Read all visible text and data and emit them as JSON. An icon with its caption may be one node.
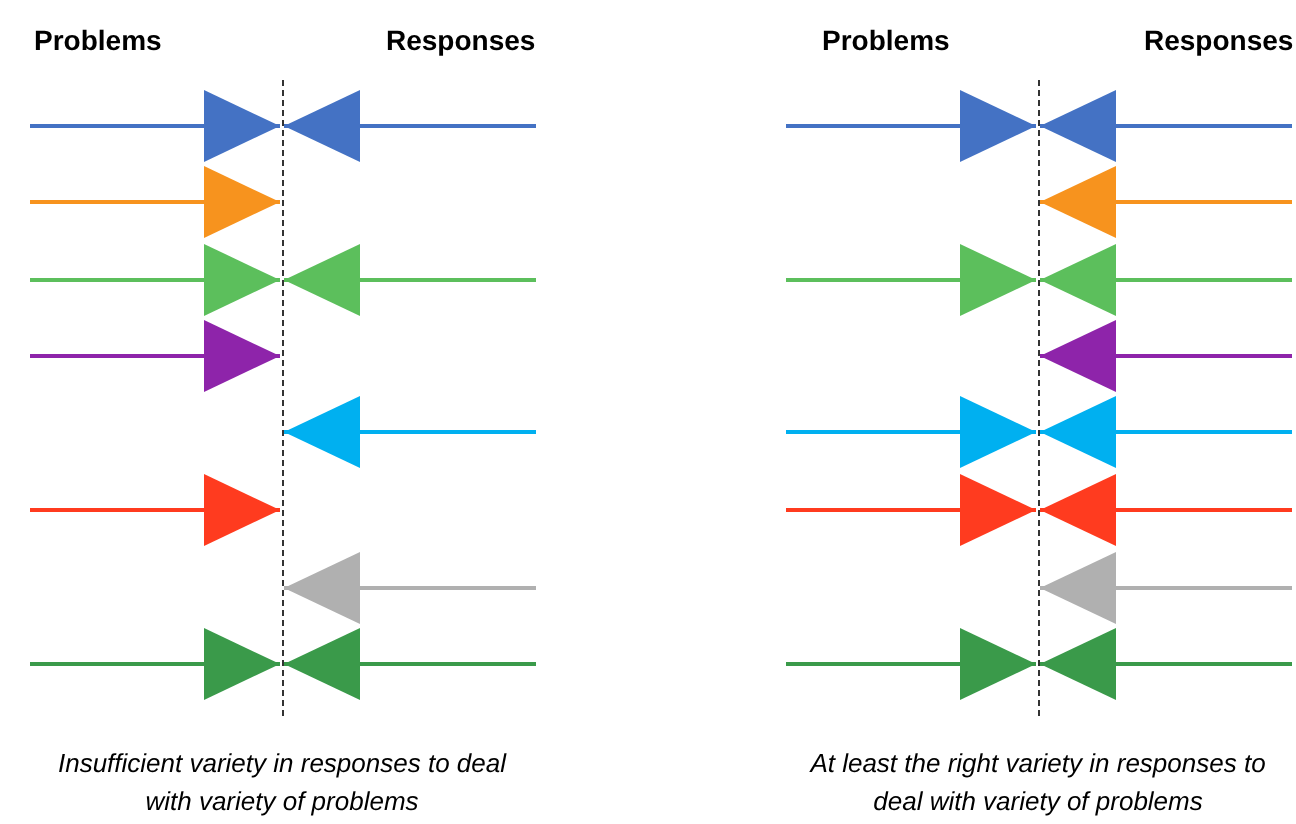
{
  "diagram": {
    "nodes": [
      {
        "text": [],
        "shape": "line"
      },
      {
        "text": [],
        "shape": "line"
      }
    ],
    "edges": [
      {
        "from": null,
        "to": 0,
        "arrow": "to",
        "color": "#4472c4"
      },
      {
        "from": null,
        "to": 0,
        "arrow": "to",
        "color": "#4472c4"
      },
      {
        "from": null,
        "to": 0,
        "arrow": "to",
        "color": "#f7931e"
      },
      {
        "from": null,
        "to": 0,
        "arrow": "to",
        "color": "#5cbf5c"
      },
      {
        "from": null,
        "to": 0,
        "arrow": "to",
        "color": "#5cbf5c"
      },
      {
        "from": null,
        "to": 0,
        "arrow": "to",
        "color": "#8e24aa"
      },
      {
        "from": null,
        "to": 0,
        "arrow": "to",
        "color": "#00b0f0"
      },
      {
        "from": null,
        "to": 0,
        "arrow": "to",
        "color": "#ff3b1f"
      },
      {
        "from": null,
        "to": 0,
        "arrow": "to",
        "color": "#b0b0b0"
      },
      {
        "from": null,
        "to": 0,
        "arrow": "to",
        "color": "#3a9a4a"
      },
      {
        "from": null,
        "to": 0,
        "arrow": "to",
        "color": "#3a9a4a"
      },
      {
        "from": null,
        "to": 1,
        "arrow": "to",
        "color": "#4472c4"
      },
      {
        "from": null,
        "to": 1,
        "arrow": "to",
        "color": "#4472c4"
      },
      {
        "from": null,
        "to": 1,
        "arrow": "to",
        "color": "#f7931e"
      },
      {
        "from": null,
        "to": 1,
        "arrow": "to",
        "color": "#5cbf5c"
      },
      {
        "from": null,
        "to": 1,
        "arrow": "to",
        "color": "#5cbf5c"
      },
      {
        "from": null,
        "to": 1,
        "arrow": "to",
        "color": "#8e24aa"
      },
      {
        "from": null,
        "to": 1,
        "arrow": "to",
        "color": "#00b0f0"
      },
      {
        "from": null,
        "to": 1,
        "arrow": "to",
        "color": "#00b0f0"
      },
      {
        "from": null,
        "to": 1,
        "arrow": "to",
        "color": "#ff3b1f"
      },
      {
        "from": null,
        "to": 1,
        "arrow": "to",
        "color": "#ff3b1f"
      },
      {
        "from": null,
        "to": 1,
        "arrow": "to",
        "color": "#b0b0b0"
      },
      {
        "from": null,
        "to": 1,
        "arrow": "to",
        "color": "#3a9a4a"
      },
      {
        "from": null,
        "to": 1,
        "arrow": "to",
        "color": "#3a9a4a"
      }
    ],
    "labels": [
      "Problems",
      "Responses",
      "Problems",
      "Responses",
      "Insufficient variety in responses to deal with variety of problems",
      "At least the right variety in responses to deal with variety of problems"
    ]
  }
}
